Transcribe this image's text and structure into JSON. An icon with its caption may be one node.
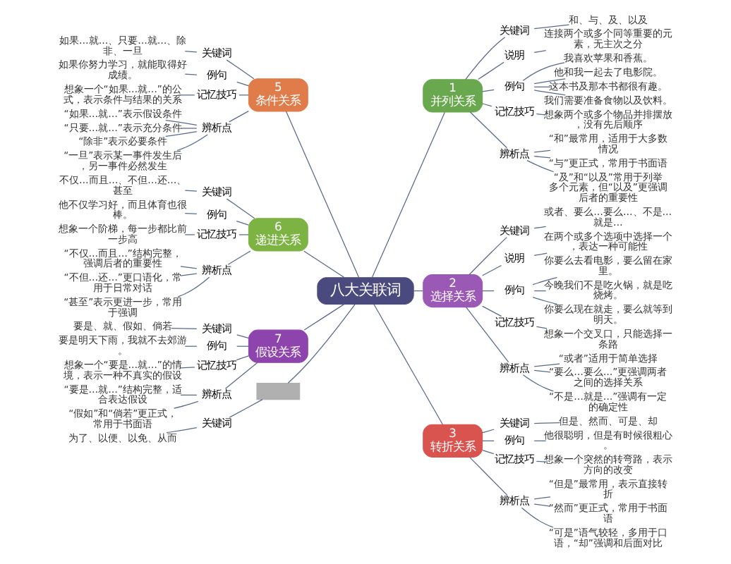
{
  "diagram": {
    "nodes": [
      {
        "text": [
          "八大关联词"
        ]
      },
      {
        "text": [
          "1",
          "并列关系"
        ]
      },
      {
        "text": [
          "关键词"
        ]
      },
      {
        "text": [
          "和、与、及、以及"
        ]
      },
      {
        "text": [
          "说明"
        ]
      },
      {
        "text": [
          "连接两个或多个同等重要的元素，无主次之分"
        ]
      },
      {
        "text": [
          "例句"
        ]
      },
      {
        "text": [
          "我喜欢苹果和香蕉。"
        ]
      },
      {
        "text": [
          "他和我一起去了电影院。"
        ]
      },
      {
        "text": [
          "这本书及那本书都很有趣。"
        ]
      },
      {
        "text": [
          "我们需要准备食物以及饮料。"
        ]
      },
      {
        "text": [
          "记忆技巧"
        ]
      },
      {
        "text": [
          "想象两个或多个物品并排摆放，没有先后顺序"
        ]
      },
      {
        "text": [
          "辨析点"
        ]
      },
      {
        "text": [
          "“和”最常用，适用于大多数情况"
        ]
      },
      {
        "text": [
          "“与”更正式，常用于书面语"
        ]
      },
      {
        "text": [
          "“及”和“以及”常用于列举多个元素，但“以及”更强调后者的重要性"
        ]
      },
      {
        "text": [
          "2",
          "选择关系"
        ]
      },
      {
        "text": [
          "关键词"
        ]
      },
      {
        "text": [
          "或者、要么…要么…、不是…就是…"
        ]
      },
      {
        "text": [
          "说明"
        ]
      },
      {
        "text": [
          "在两个或多个选项中选择一个，表达一种可能性"
        ]
      },
      {
        "text": [
          "例句"
        ]
      },
      {
        "text": [
          "你要么去看电影，要么留在家里。"
        ]
      },
      {
        "text": [
          "今晚我们不是吃火锅，就是吃烧烤。"
        ]
      },
      {
        "text": [
          "你要么现在就走，要么就等到明天。"
        ]
      },
      {
        "text": [
          "记忆技巧"
        ]
      },
      {
        "text": [
          "想象一个交叉口，只能选择一条路"
        ]
      },
      {
        "text": [
          "辨析点"
        ]
      },
      {
        "text": [
          "“或者”适用于简单选择"
        ]
      },
      {
        "text": [
          "“要么…要么…”更强调两者之间的选择关系"
        ]
      },
      {
        "text": [
          "“不是…就是…”强调有一定的确定性"
        ]
      },
      {
        "text": [
          "3",
          "转折关系"
        ]
      },
      {
        "text": [
          "关键词"
        ]
      },
      {
        "text": [
          "但是、然而、可是、却"
        ]
      },
      {
        "text": [
          "例句"
        ]
      },
      {
        "text": [
          "他很聪明，但是有时候很粗心。"
        ]
      },
      {
        "text": [
          "记忆技巧"
        ]
      },
      {
        "text": [
          "想象一个突然的转弯路，表示方向的改变"
        ]
      },
      {
        "text": [
          "辨析点"
        ]
      },
      {
        "text": [
          "“但是”最常用，表示直接转折"
        ]
      },
      {
        "text": [
          "“然而”更正式，常用于书面语"
        ]
      },
      {
        "text": [
          "“可是”语气较轻，多用于口语，“却”强调和后面对比"
        ]
      },
      {
        "text": [
          "5",
          "条件关系"
        ]
      },
      {
        "text": [
          "关键词"
        ]
      },
      {
        "text": [
          "如果…就…、只要…就…、除非、一旦"
        ]
      },
      {
        "text": [
          "例句"
        ]
      },
      {
        "text": [
          "如果你努力学习，就能取得好成绩。"
        ]
      },
      {
        "text": [
          "记忆技巧"
        ]
      },
      {
        "text": [
          "想象一个“如果…就…”的公式，表示条件与结果的关系"
        ]
      },
      {
        "text": [
          "辨析点"
        ]
      },
      {
        "text": [
          "“如果…就…”表示假设条件"
        ]
      },
      {
        "text": [
          "“只要…就…”表示充分条件"
        ]
      },
      {
        "text": [
          "“除非”表示必要条件"
        ]
      },
      {
        "text": [
          "“一旦”表示某一事件发生后，另一事件必然发生"
        ]
      },
      {
        "text": [
          "6",
          "递进关系"
        ]
      },
      {
        "text": [
          "关键词"
        ]
      },
      {
        "text": [
          "不仅…而且…、不但…还…、甚至"
        ]
      },
      {
        "text": [
          "例句"
        ]
      },
      {
        "text": [
          "他不仅学习好，而且体育也很棒。"
        ]
      },
      {
        "text": [
          "记忆技巧"
        ]
      },
      {
        "text": [
          "想象一个阶梯，每一步都比前一步高"
        ]
      },
      {
        "text": [
          "辨析点"
        ]
      },
      {
        "text": [
          "“不仅…而且…”结构完整，强调后者的重要性"
        ]
      },
      {
        "text": [
          "“不但…还…”更口语化，常用于日常对话"
        ]
      },
      {
        "text": [
          "“甚至”表示更进一步，常用于强调"
        ]
      },
      {
        "text": [
          "7",
          "假设关系"
        ]
      },
      {
        "text": [
          "关键词"
        ]
      },
      {
        "text": [
          "要是、就、假如、倘若"
        ]
      },
      {
        "text": [
          "例句"
        ]
      },
      {
        "text": [
          "要是明天下雨，我就不去郊游。"
        ]
      },
      {
        "text": [
          "记忆技巧"
        ]
      },
      {
        "text": [
          "想象一个“要是…就…”的情境，表示一种不真实的假设"
        ]
      },
      {
        "text": [
          "辨析点"
        ]
      },
      {
        "text": [
          "“要是…就…”结构完整，适合表达假设"
        ]
      },
      {
        "text": [
          "“假如”和“倘若”更正式，常用于书面语"
        ]
      },
      {
        "text": [],
        "shape": "box"
      },
      {
        "text": [
          "关键词"
        ]
      },
      {
        "text": [
          "为了、以便、以免、从而"
        ]
      }
    ],
    "edges": [
      {
        "from": 0,
        "to": 1,
        "arrow": "none"
      },
      {
        "from": 1,
        "to": 2,
        "arrow": "none"
      },
      {
        "from": 2,
        "to": 3,
        "arrow": "none"
      },
      {
        "from": 1,
        "to": 4,
        "arrow": "none"
      },
      {
        "from": 4,
        "to": 5,
        "arrow": "none"
      },
      {
        "from": 1,
        "to": 6,
        "arrow": "none"
      },
      {
        "from": 6,
        "to": 7,
        "arrow": "none"
      },
      {
        "from": 6,
        "to": 8,
        "arrow": "none"
      },
      {
        "from": 6,
        "to": 9,
        "arrow": "none"
      },
      {
        "from": 6,
        "to": 10,
        "arrow": "none"
      },
      {
        "from": 1,
        "to": 11,
        "arrow": "none"
      },
      {
        "from": 11,
        "to": 12,
        "arrow": "none"
      },
      {
        "from": 1,
        "to": 13,
        "arrow": "none"
      },
      {
        "from": 13,
        "to": 14,
        "arrow": "none"
      },
      {
        "from": 13,
        "to": 15,
        "arrow": "none"
      },
      {
        "from": 13,
        "to": 16,
        "arrow": "none"
      },
      {
        "from": 0,
        "to": 17,
        "arrow": "none"
      },
      {
        "from": 17,
        "to": 18,
        "arrow": "none"
      },
      {
        "from": 18,
        "to": 19,
        "arrow": "none"
      },
      {
        "from": 17,
        "to": 20,
        "arrow": "none"
      },
      {
        "from": 20,
        "to": 21,
        "arrow": "none"
      },
      {
        "from": 17,
        "to": 22,
        "arrow": "none"
      },
      {
        "from": 22,
        "to": 23,
        "arrow": "none"
      },
      {
        "from": 22,
        "to": 24,
        "arrow": "none"
      },
      {
        "from": 22,
        "to": 25,
        "arrow": "none"
      },
      {
        "from": 17,
        "to": 26,
        "arrow": "none"
      },
      {
        "from": 26,
        "to": 27,
        "arrow": "none"
      },
      {
        "from": 17,
        "to": 28,
        "arrow": "none"
      },
      {
        "from": 28,
        "to": 29,
        "arrow": "none"
      },
      {
        "from": 28,
        "to": 30,
        "arrow": "none"
      },
      {
        "from": 28,
        "to": 31,
        "arrow": "none"
      },
      {
        "from": 0,
        "to": 32,
        "arrow": "none"
      },
      {
        "from": 32,
        "to": 33,
        "arrow": "none"
      },
      {
        "from": 33,
        "to": 34,
        "arrow": "none"
      },
      {
        "from": 32,
        "to": 35,
        "arrow": "none"
      },
      {
        "from": 35,
        "to": 36,
        "arrow": "none"
      },
      {
        "from": 32,
        "to": 37,
        "arrow": "none"
      },
      {
        "from": 37,
        "to": 38,
        "arrow": "none"
      },
      {
        "from": 32,
        "to": 39,
        "arrow": "none"
      },
      {
        "from": 39,
        "to": 40,
        "arrow": "none"
      },
      {
        "from": 39,
        "to": 41,
        "arrow": "none"
      },
      {
        "from": 39,
        "to": 42,
        "arrow": "none"
      },
      {
        "from": 0,
        "to": 43,
        "arrow": "none"
      },
      {
        "from": 43,
        "to": 44,
        "arrow": "none"
      },
      {
        "from": 44,
        "to": 45,
        "arrow": "none"
      },
      {
        "from": 43,
        "to": 46,
        "arrow": "none"
      },
      {
        "from": 46,
        "to": 47,
        "arrow": "none"
      },
      {
        "from": 43,
        "to": 48,
        "arrow": "none"
      },
      {
        "from": 48,
        "to": 49,
        "arrow": "none"
      },
      {
        "from": 43,
        "to": 50,
        "arrow": "none"
      },
      {
        "from": 50,
        "to": 51,
        "arrow": "none"
      },
      {
        "from": 50,
        "to": 52,
        "arrow": "none"
      },
      {
        "from": 50,
        "to": 53,
        "arrow": "none"
      },
      {
        "from": 50,
        "to": 54,
        "arrow": "none"
      },
      {
        "from": 0,
        "to": 55,
        "arrow": "none"
      },
      {
        "from": 55,
        "to": 56,
        "arrow": "none"
      },
      {
        "from": 56,
        "to": 57,
        "arrow": "none"
      },
      {
        "from": 55,
        "to": 58,
        "arrow": "none"
      },
      {
        "from": 58,
        "to": 59,
        "arrow": "none"
      },
      {
        "from": 55,
        "to": 60,
        "arrow": "none"
      },
      {
        "from": 60,
        "to": 61,
        "arrow": "none"
      },
      {
        "from": 55,
        "to": 62,
        "arrow": "none"
      },
      {
        "from": 62,
        "to": 63,
        "arrow": "none"
      },
      {
        "from": 62,
        "to": 64,
        "arrow": "none"
      },
      {
        "from": 62,
        "to": 65,
        "arrow": "none"
      },
      {
        "from": 0,
        "to": 66,
        "arrow": "none"
      },
      {
        "from": 66,
        "to": 67,
        "arrow": "none"
      },
      {
        "from": 67,
        "to": 68,
        "arrow": "none"
      },
      {
        "from": 66,
        "to": 69,
        "arrow": "none"
      },
      {
        "from": 69,
        "to": 70,
        "arrow": "none"
      },
      {
        "from": 66,
        "to": 71,
        "arrow": "none"
      },
      {
        "from": 71,
        "to": 72,
        "arrow": "none"
      },
      {
        "from": 66,
        "to": 73,
        "arrow": "none"
      },
      {
        "from": 73,
        "to": 74,
        "arrow": "none"
      },
      {
        "from": 73,
        "to": 75,
        "arrow": "none"
      },
      {
        "from": 0,
        "to": 76,
        "arrow": "none"
      },
      {
        "from": 76,
        "to": 77,
        "arrow": "none"
      },
      {
        "from": 77,
        "to": 78,
        "arrow": "none"
      }
    ]
  }
}
